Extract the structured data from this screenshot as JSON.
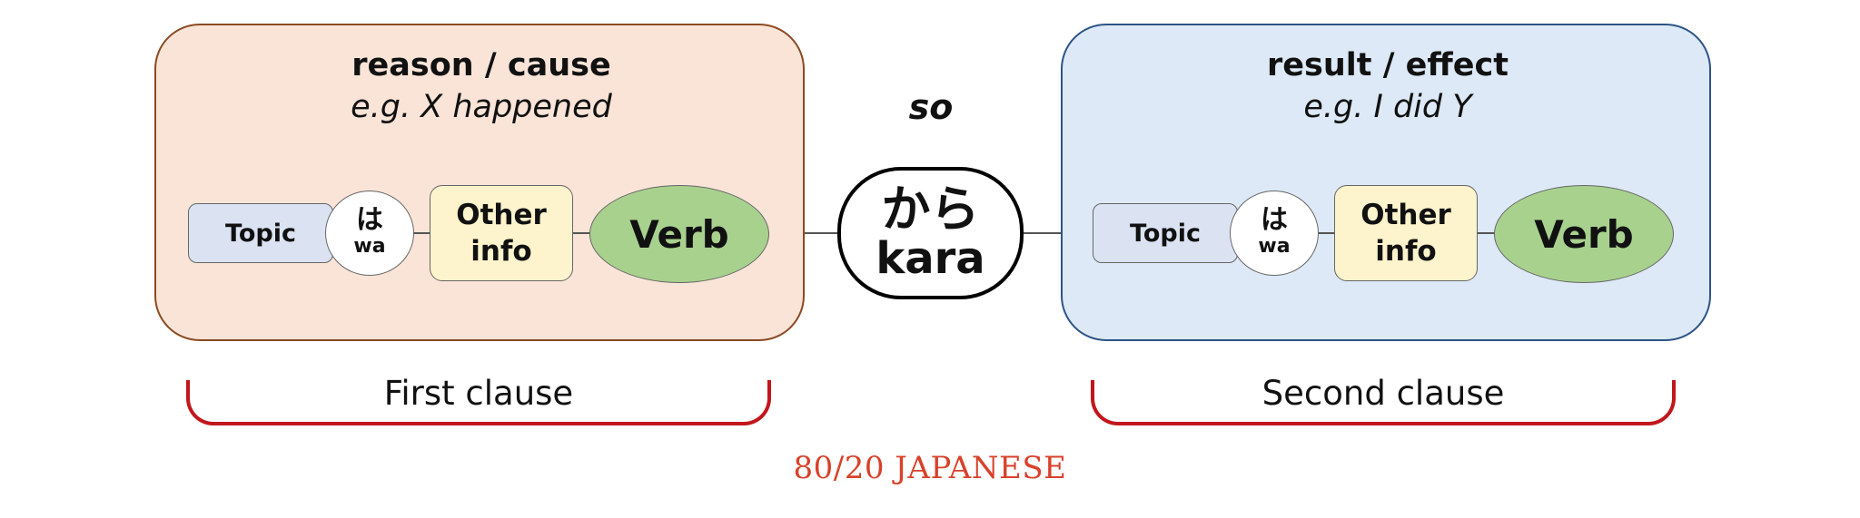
{
  "left_clause": {
    "heading": "reason / cause",
    "example": "e.g. X happened",
    "topic": "Topic",
    "particle_jp": "は",
    "particle_romaji": "wa",
    "other_info": "Other\ninfo",
    "verb": "Verb",
    "bracket_label": "First clause"
  },
  "right_clause": {
    "heading": "result / effect",
    "example": "e.g. I did Y",
    "topic": "Topic",
    "particle_jp": "は",
    "particle_romaji": "wa",
    "other_info": "Other\ninfo",
    "verb": "Verb",
    "bracket_label": "Second clause"
  },
  "connector": {
    "meaning": "so",
    "jp": "から",
    "romaji": "kara"
  },
  "brand": "80/20 JAPANESE",
  "colors": {
    "reason_fill": "#fae4d8",
    "result_fill": "#dde9f6",
    "topic_fill": "#dbe3f3",
    "other_fill": "#fdf3cc",
    "verb_fill": "#a8d18e",
    "bracket": "#c2161c",
    "brand": "#d8412a"
  }
}
